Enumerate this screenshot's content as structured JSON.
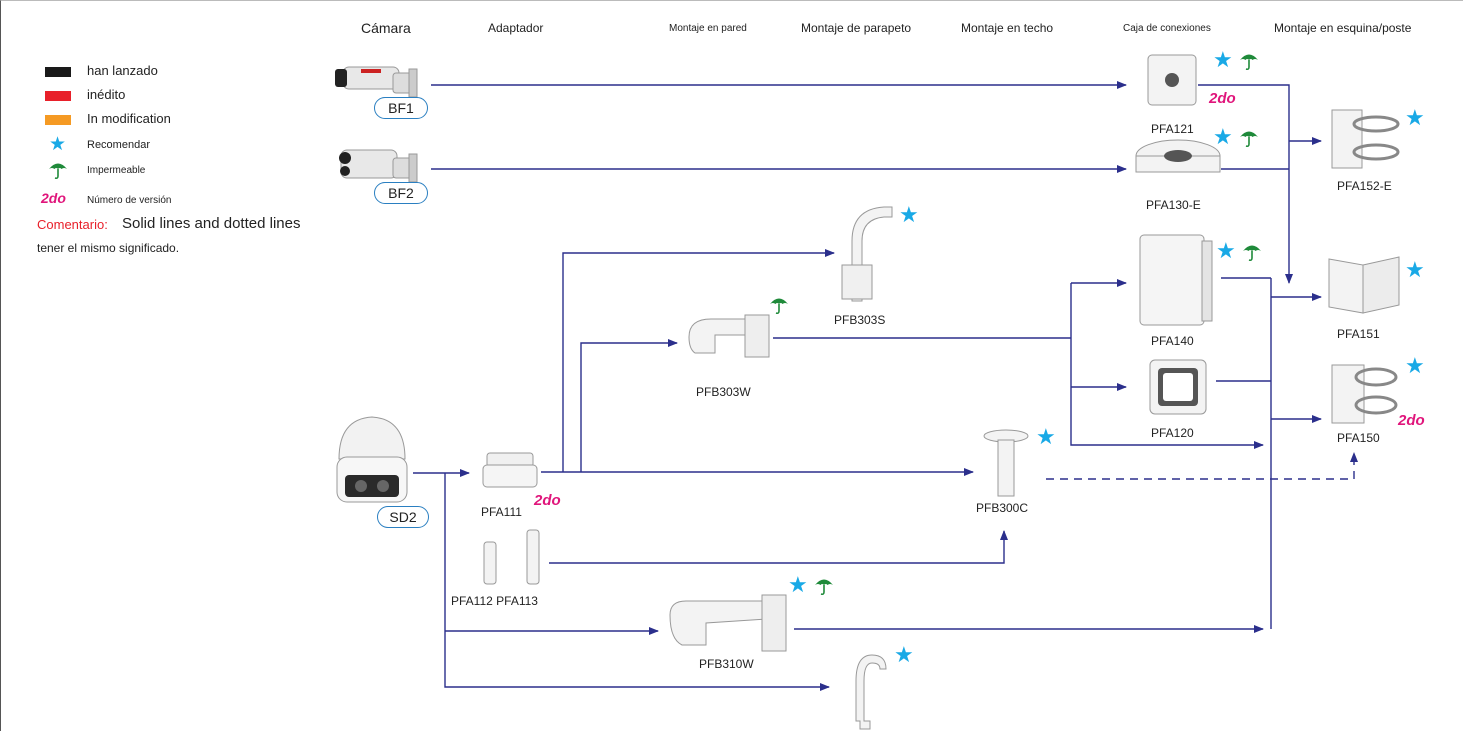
{
  "columns": {
    "camera": "Cámara",
    "adapter": "Adaptador",
    "wall": "Montaje en pared",
    "parapet": "Montaje de parapeto",
    "ceiling": "Montaje en techo",
    "junction": "Caja de conexiones",
    "corner_pole": "Montaje en esquina/poste"
  },
  "legend": {
    "launched": "han lanzado",
    "unreleased": "inédito",
    "modification": "In modification",
    "recommend": "Recomendar",
    "waterproof": "Impermeable",
    "version_badge": "2do",
    "version_text": "Número de versión",
    "comment_label": "Comentario:",
    "comment_text": "Solid lines and dotted lines",
    "comment_text2": "tener el mismo significado.",
    "colors": {
      "launched": "#1a1a1a",
      "unreleased": "#e8202a",
      "modification": "#f59a23"
    }
  },
  "cameras": {
    "bf1": "BF1",
    "bf2": "BF2",
    "sd2": "SD2"
  },
  "products": {
    "pfa121": "PFA121",
    "pfa130e": "PFA130-E",
    "pfa152e": "PFA152-E",
    "pfb303s": "PFB303S",
    "pfb303w": "PFB303W",
    "pfa140": "PFA140",
    "pfa151": "PFA151",
    "pfa120": "PFA120",
    "pfa150": "PFA150",
    "pfa111": "PFA111",
    "pfb300c": "PFB300C",
    "pfa112_113": "PFA112 PFA113",
    "pfb310w": "PFB310W"
  },
  "versions": {
    "pfa121": "2do",
    "pfa111": "2do",
    "pfa150": "2do"
  },
  "stars": {
    "glyph": "★"
  },
  "theme": {
    "line": "#2b2f8c",
    "accent_star": "#19a9e6",
    "umbrella": "#1f8a3a",
    "version": "#e0157b"
  }
}
